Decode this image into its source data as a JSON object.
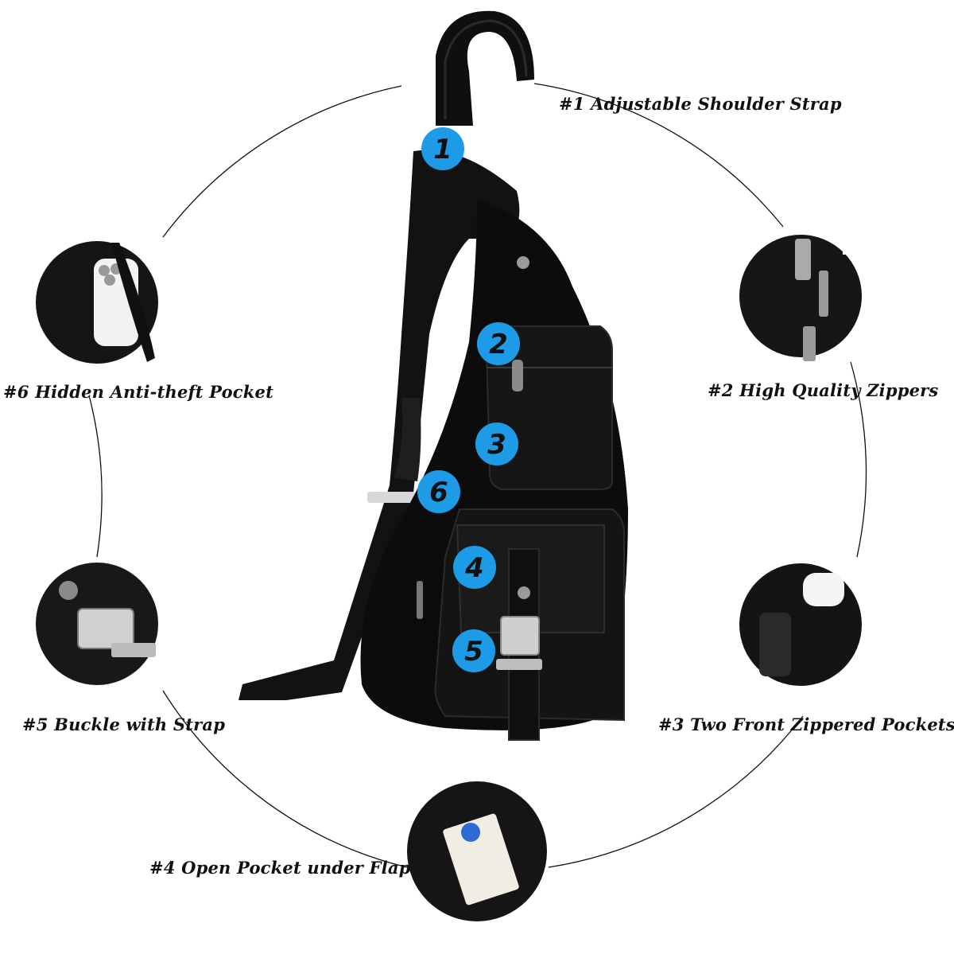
{
  "colors": {
    "badge": "#1e9be6",
    "bag": "#0d0d0d",
    "line": "#111111",
    "background": "#ffffff"
  },
  "features": [
    {
      "number": "1",
      "label": "#1 Adjustable Shoulder Strap"
    },
    {
      "number": "2",
      "label": "#2 High Quality Zippers"
    },
    {
      "number": "3",
      "label": "#3 Two Front Zippered Pockets"
    },
    {
      "number": "4",
      "label": "#4 Open Pocket under Flap"
    },
    {
      "number": "5",
      "label": "#5 Buckle with Strap"
    },
    {
      "number": "6",
      "label": "#6 Hidden Anti-theft Pocket"
    }
  ]
}
